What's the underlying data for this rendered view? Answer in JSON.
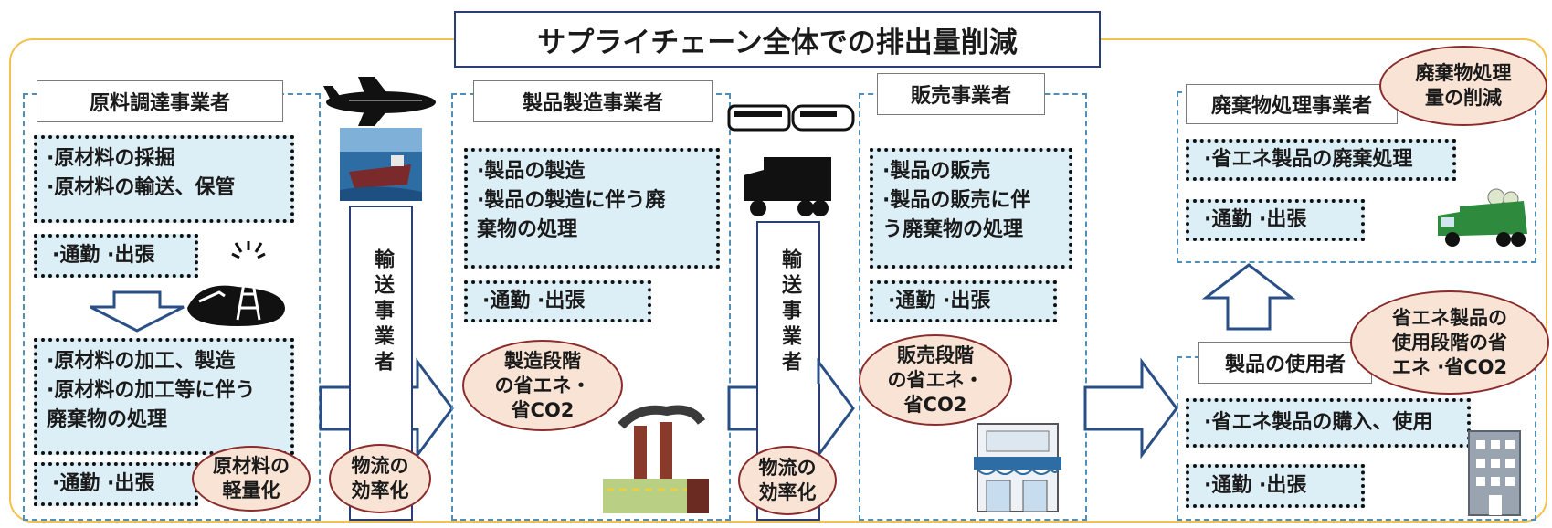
{
  "title": "サプライチェーン全体での排出量削減",
  "sections": {
    "raw": {
      "label": "原料調達事業者",
      "act1": [
        "·原材料の採掘",
        "·原材料の輸送、保管"
      ],
      "commute1": "·通勤 ·出張",
      "act2": [
        "·原材料の加工、製造",
        "·原材料の加工等に伴う",
        "廃棄物の処理"
      ],
      "commute2": "·通勤 ·出張",
      "oval": [
        "原材料の",
        "軽量化"
      ]
    },
    "transport1": {
      "label": "輸送事業者",
      "oval": [
        "物流の",
        "効率化"
      ]
    },
    "manufacturer": {
      "label": "製品製造事業者",
      "act": [
        "·製品の製造",
        "·製品の製造に伴う廃",
        "棄物の処理"
      ],
      "commute": "·通勤 ·出張",
      "oval": [
        "製造段階",
        "の省エネ・",
        "省CO2"
      ]
    },
    "transport2": {
      "label": "輸送事業者",
      "oval": [
        "物流の",
        "効率化"
      ]
    },
    "sales": {
      "label": "販売事業者",
      "act": [
        "·製品の販売",
        "·製品の販売に伴",
        "う廃棄物の処理"
      ],
      "commute": "·通勤 ·出張",
      "oval": [
        "販売段階",
        "の省エネ・",
        "省CO2"
      ]
    },
    "waste": {
      "label": "廃棄物処理事業者",
      "act": "·省エネ製品の廃棄処理",
      "commute": "·通勤 ·出張",
      "oval": [
        "廃棄物処理",
        "量の削減"
      ]
    },
    "user": {
      "label": "製品の使用者",
      "act": "·省エネ製品の購入、使用",
      "commute": "·通勤 ·出張",
      "oval": [
        "省エネ製品の",
        "使用段階の省",
        "エネ ·省CO2"
      ]
    }
  },
  "icons": [
    "airplane-icon",
    "ship-icon",
    "oil-well-icon",
    "train-icon",
    "truck-icon",
    "factory-icon",
    "store-icon",
    "garbage-truck-icon",
    "building-icon"
  ],
  "colors": {
    "frame": "#f2c14e",
    "section_border": "#4f8fb8",
    "activity_fill": "#dceef6",
    "oval_fill": "#f8e3d4",
    "arrow": "#2a4f86"
  }
}
